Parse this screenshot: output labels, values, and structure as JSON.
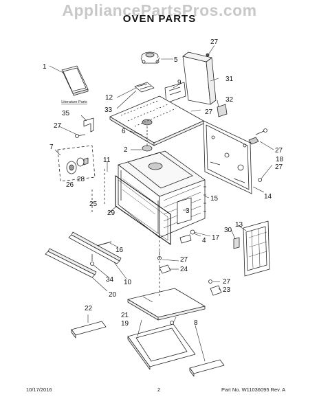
{
  "watermark": "AppliancePartsPros.com",
  "title": "OVEN PARTS",
  "literature_label": "Literature Parts",
  "footer": {
    "date": "10/17/2016",
    "page": "2",
    "part_info": "Part No. W11036095  Rev. A"
  },
  "callouts": [
    "1",
    "2",
    "3",
    "4",
    "5",
    "6",
    "7",
    "8",
    "9",
    "10",
    "11",
    "12",
    "13",
    "14",
    "15",
    "16",
    "17",
    "18",
    "19",
    "20",
    "21",
    "22",
    "23",
    "24",
    "25",
    "26",
    "27",
    "27",
    "27",
    "27",
    "27",
    "27",
    "27",
    "28",
    "29",
    "30",
    "31",
    "32",
    "33",
    "34",
    "35"
  ]
}
